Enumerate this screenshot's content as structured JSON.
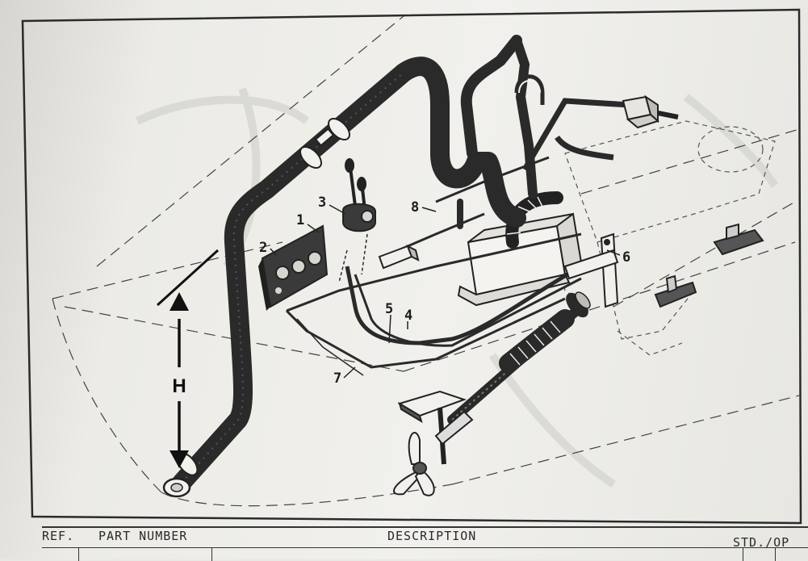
{
  "diagram": {
    "callouts": [
      "1",
      "2",
      "3",
      "4",
      "5",
      "6",
      "7",
      "8"
    ],
    "dimension_label": "H",
    "colors": {
      "ink": "#222222",
      "hose": "#2a2a2a",
      "ghost": "#c9c8c3",
      "arrow": "#111111"
    }
  },
  "table": {
    "headers": {
      "ref": "REF.",
      "part_number": "PART NUMBER",
      "description": "DESCRIPTION",
      "std_opt": "STD./OP"
    }
  }
}
